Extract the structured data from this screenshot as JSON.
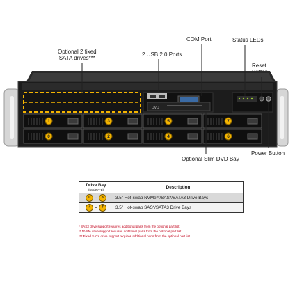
{
  "callouts": {
    "optional_sata_line1": "Optional 2 fixed",
    "optional_sata_line2": "SATA drives***",
    "usb_ports": "2 USB 2.0 Ports",
    "com_port": "COM Port",
    "status_leds": "Status LEDs",
    "reset_line1": "Reset",
    "reset_line2": "Button",
    "power_button": "Power Button",
    "slim_dvd": "Optional Slim DVD Bay"
  },
  "bays": {
    "top_row": [
      "1",
      "3",
      "5",
      "7"
    ],
    "bottom_row": [
      "0",
      "2",
      "4",
      "6"
    ]
  },
  "table": {
    "header_bay": "Drive Bay",
    "header_bay_sub": "(Node A-B)",
    "header_desc": "Description",
    "rows": [
      {
        "from": "0",
        "sep": "–",
        "to": "3",
        "description": "3.5\" Hot-swap NVMe**/SAS*/SATA3 Drive Bays"
      },
      {
        "from": "4",
        "sep": "–",
        "to": "7",
        "description": "3.5\" Hot-swap SAS*/SATA3 Drive Bays"
      }
    ]
  },
  "notes": [
    "* SAS3 drive support requires additional parts from the optional part list",
    "** NVMe drive support requires additional parts from the optional part list",
    "*** Fixed SATA drive support requires additional parts from the optional part list"
  ],
  "colors": {
    "chassis": "#1c1c1c",
    "handles": "#d4d4d4",
    "dashed_highlight": "#f4b400",
    "badge": "#f4b400",
    "notes_text": "#c0001a"
  }
}
